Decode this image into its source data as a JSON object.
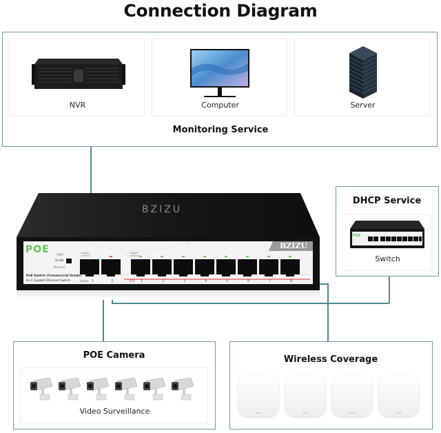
{
  "title": "Connection Diagram",
  "monitoring": {
    "heading": "Monitoring Service",
    "devices": [
      {
        "label": "NVR",
        "icon": "nvr-recorder-icon"
      },
      {
        "label": "Computer",
        "icon": "monitor-icon"
      },
      {
        "label": "Server",
        "icon": "server-rack-icon"
      }
    ]
  },
  "switch": {
    "brand_top": "BZIZU",
    "brand_panel": "BZIZU",
    "poe_badge": "POE",
    "mode_labels": [
      "PWR",
      "VLAN",
      "Normal"
    ],
    "model_line1": "PoE Switch (Commercial Grade)",
    "model_line2": "8+2 Gigabit Ethernet Switch",
    "uplink_label": "Uplink",
    "poe_label": "POE",
    "gigabit_label": "Gigabit Link/Act",
    "uplink_ports": [
      "1",
      "2"
    ],
    "poe_ports": [
      "1",
      "2",
      "3",
      "4",
      "5",
      "6",
      "7",
      "8"
    ],
    "colors": {
      "poe_green": "#5cc94e",
      "poe_line": "#d9534f",
      "body": "#1b1b1b"
    }
  },
  "dhcp": {
    "heading": "DHCP Service",
    "device_label": "Switch"
  },
  "poe_camera": {
    "heading": "POE Camera",
    "caption": "Video Surveillance",
    "camera_count": 6
  },
  "wireless": {
    "heading": "Wireless Coverage",
    "ap_count": 4
  },
  "colors": {
    "frame": "#6f9a9b",
    "wire": "#4c8a8e"
  }
}
